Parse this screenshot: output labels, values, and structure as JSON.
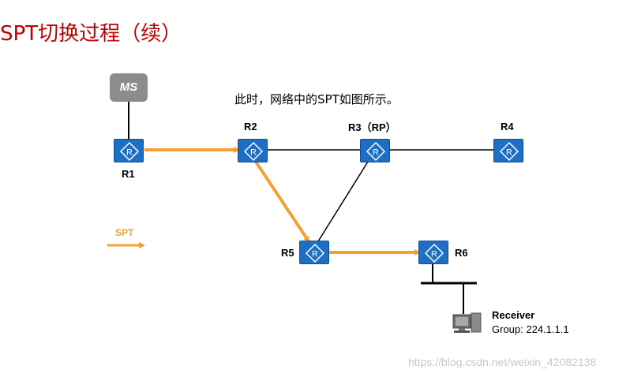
{
  "title": "SPT切换过程（续）",
  "caption": "此时，网络中的SPT如图所示。",
  "ms_label": "MS",
  "routers": {
    "r1": "R1",
    "r2": "R2",
    "r3": "R3（RP）",
    "r4": "R4",
    "r5": "R5",
    "r6": "R6"
  },
  "router_glyph": "R",
  "legend": {
    "spt": "SPT"
  },
  "receiver": {
    "title": "Receiver",
    "group": "Group: 224.1.1.1"
  },
  "watermark": "https://blog.csdn.net/weixin_42082138",
  "colors": {
    "spt_arrow": "#f5a033",
    "router": "#1c6fc4",
    "title": "#c00000"
  }
}
